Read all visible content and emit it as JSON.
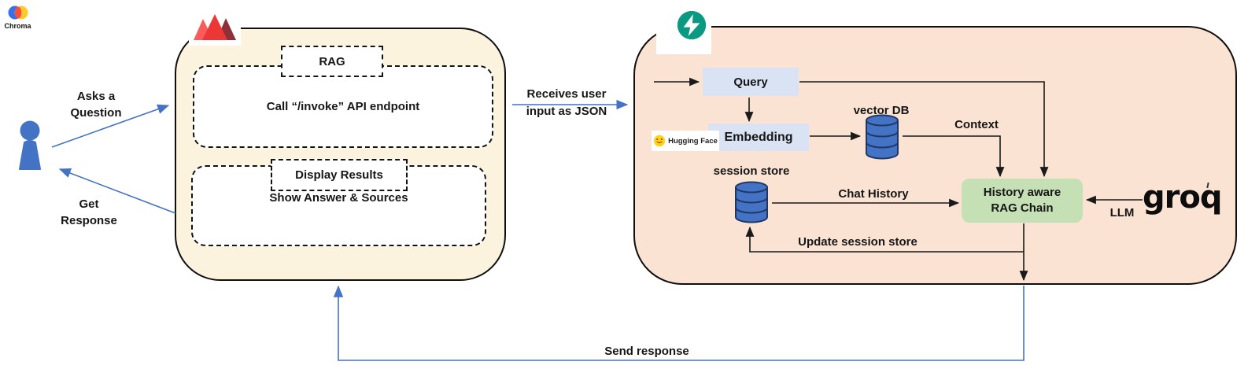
{
  "colors": {
    "accent_blue": "#4472C4",
    "cream_fill": "#FCF3DF",
    "peach_fill": "#FBE3D3",
    "lavender_fill": "#DAE3F3",
    "green_fill": "#C5E0B4",
    "db_blue": "#4472C4",
    "db_stroke": "#1F3864",
    "fastapi_teal": "#0A9A84",
    "streamlit_red": "#EE3B3B",
    "line_black": "#1a1a1a"
  },
  "user_flow": {
    "asks_line1": "Asks a",
    "asks_line2": "Question",
    "get_line1": "Get",
    "get_line2": "Response",
    "receives_line1": "Receives user",
    "receives_line2": "input as JSON",
    "send_response": "Send response"
  },
  "streamlit_app": {
    "rag": "RAG",
    "invoke": "Call “/invoke” API endpoint",
    "display_results": "Display Results",
    "show_answer": "Show Answer & Sources"
  },
  "fastapi_app": {
    "query": "Query",
    "embedding": "Embedding",
    "huggingface": "Hugging Face",
    "vector_db": "vector DB",
    "chroma": "Chroma",
    "context": "Context",
    "session_store": "session store",
    "chat_history": "Chat History",
    "chain_line1": "History aware",
    "chain_line2": "RAG Chain",
    "update_session": "Update session store",
    "llm": "LLM",
    "groq": "groq"
  },
  "icons": {
    "person": "person-icon",
    "streamlit": "streamlit-logo-icon",
    "fastapi": "fastapi-logo-icon",
    "huggingface": "hugging-face-icon",
    "chroma": "chroma-logo-icon",
    "vector_database": "database-icon",
    "session_database": "database-icon"
  }
}
